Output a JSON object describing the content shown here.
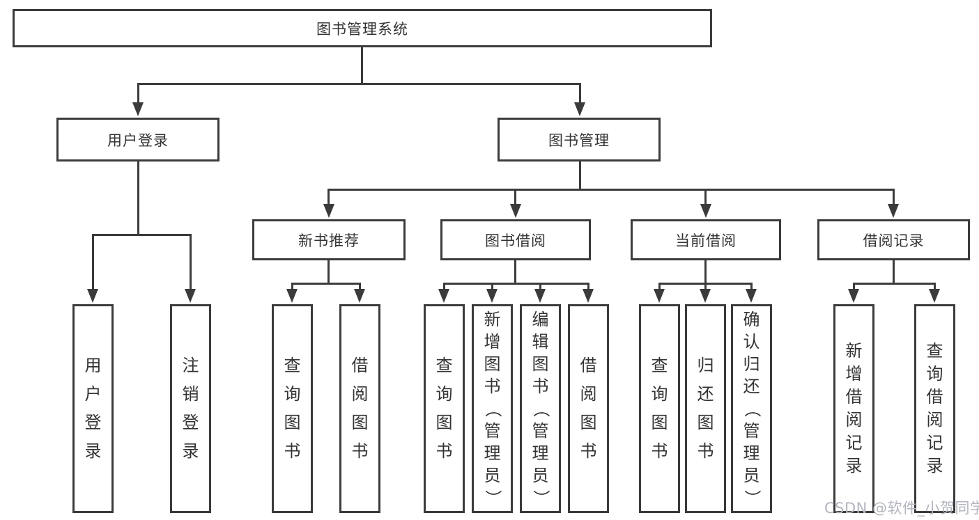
{
  "diagram": {
    "root": "图书管理系统",
    "branches": [
      {
        "label": "用户登录",
        "children": [
          "用户登录",
          "注销登录"
        ]
      },
      {
        "label": "图书管理",
        "children": [
          {
            "label": "新书推荐",
            "children": [
              "查询图书",
              "借阅图书"
            ]
          },
          {
            "label": "图书借阅",
            "children": [
              "查询图书",
              "新增图书（管理员）",
              "编辑图书（管理员）",
              "借阅图书"
            ]
          },
          {
            "label": "当前借阅",
            "children": [
              "查询图书",
              "归还图书",
              "确认归还（管理员）"
            ]
          },
          {
            "label": "借阅记录",
            "children": [
              "新增借阅记录",
              "查询借阅记录"
            ]
          }
        ]
      }
    ]
  },
  "watermark": {
    "text": "CSDN @软件_小贺同学"
  },
  "colors": {
    "line": "#3b3b3b",
    "text": "#333333",
    "watermark": "#b3b6bf",
    "background": "#ffffff"
  }
}
